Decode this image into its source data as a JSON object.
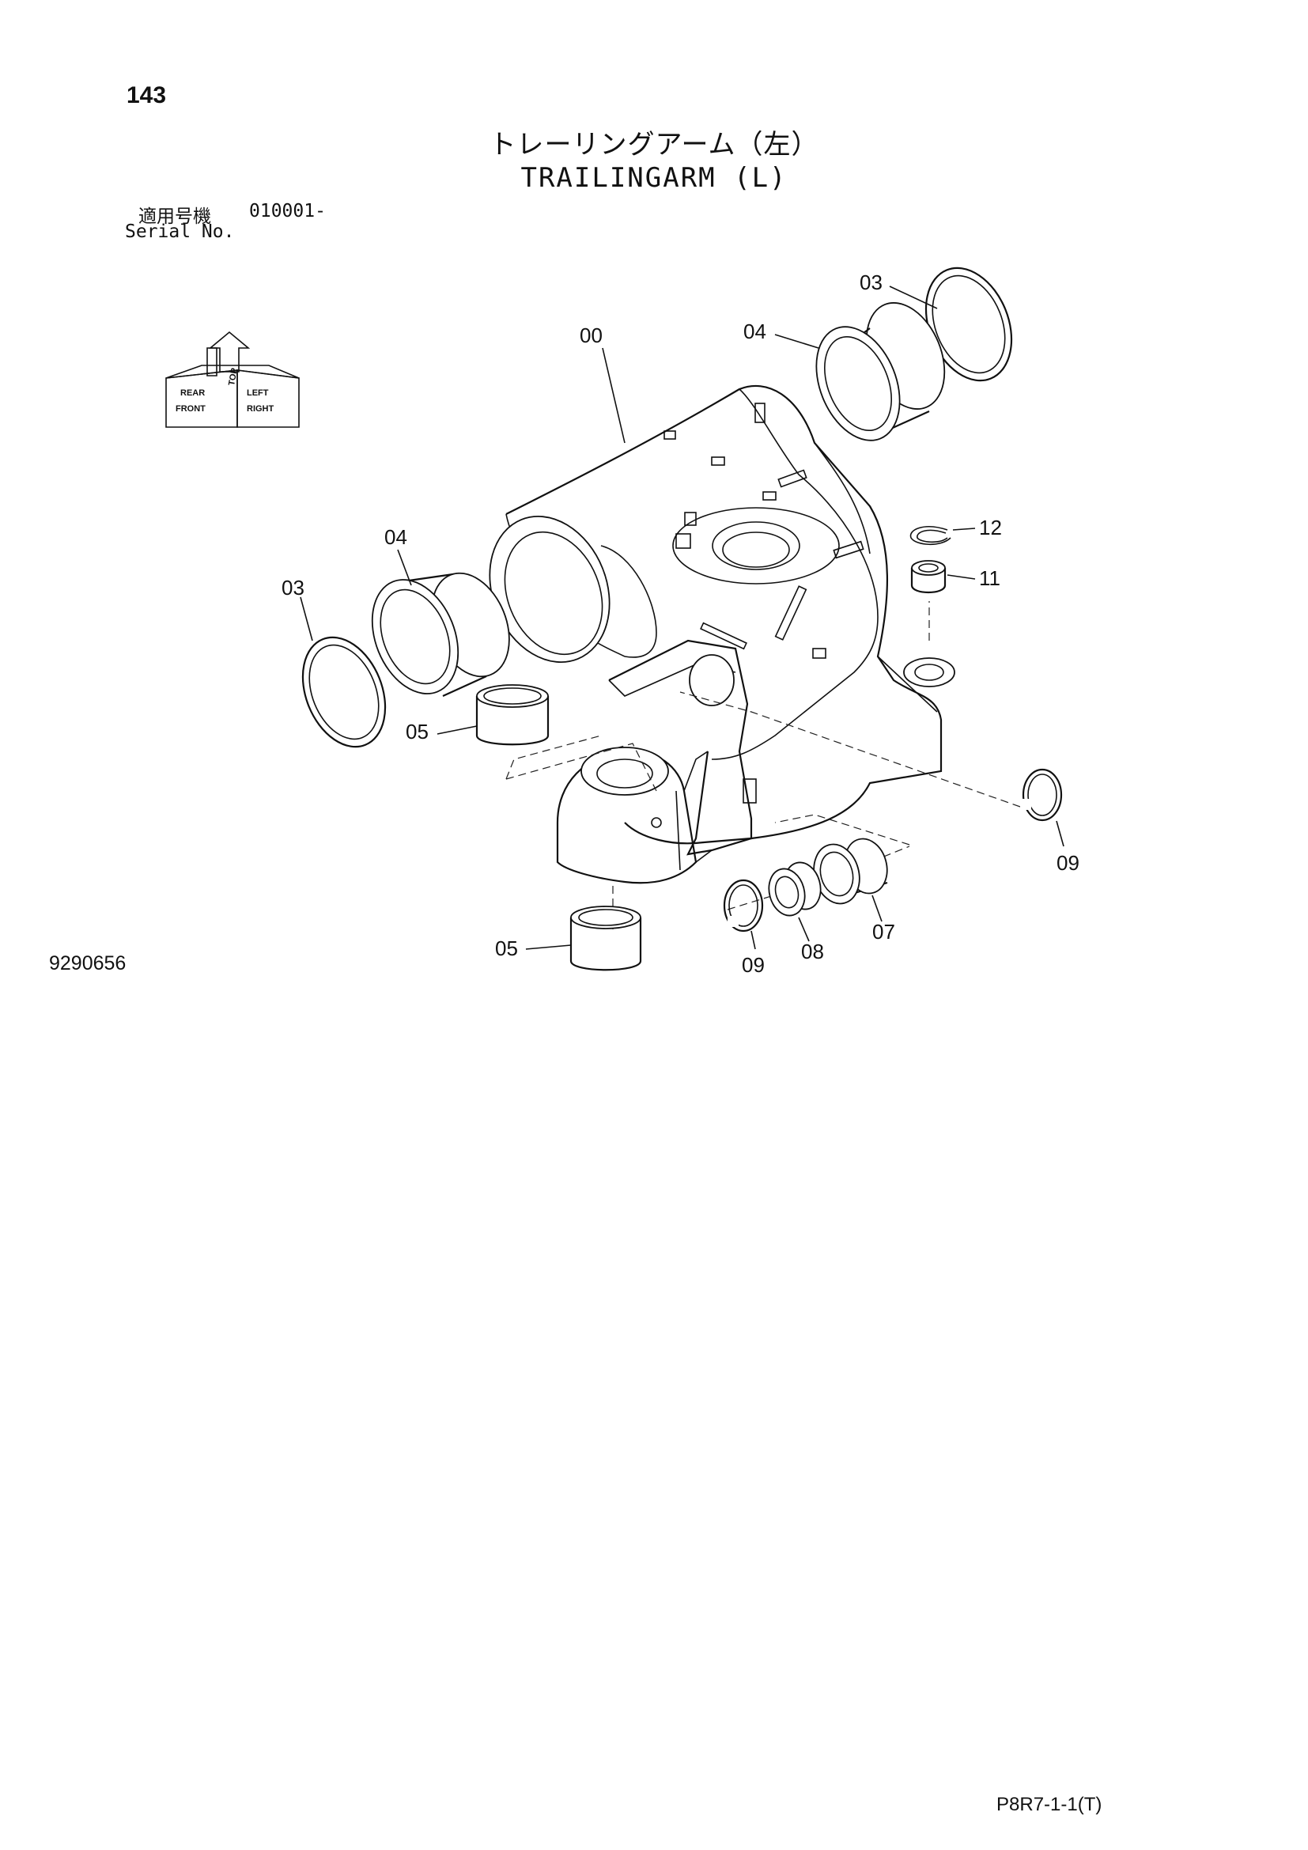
{
  "header": {
    "page_number": "143",
    "title_jp": "トレーリングアーム（左）",
    "title_en": "TRAILINGARM (L)",
    "serial_label_jp": "適用号機",
    "serial_value": "010001-",
    "serial_label_en": "Serial No."
  },
  "direction_indicator": {
    "top": "TOP",
    "front": "FRONT",
    "right": "RIGHT",
    "left": "LEFT",
    "rear": "REAR"
  },
  "callouts": {
    "c00": "00",
    "c03_upper": "03",
    "c04_upper": "04",
    "c12": "12",
    "c11": "11",
    "c04_left": "04",
    "c03_left": "03",
    "c05_left": "05",
    "c09_right": "09",
    "c07": "07",
    "c08": "08",
    "c09_bottom": "09",
    "c05_bottom": "05"
  },
  "footer": {
    "drawing_number": "9290656",
    "sheet_code": "P8R7-1-1(T)"
  }
}
